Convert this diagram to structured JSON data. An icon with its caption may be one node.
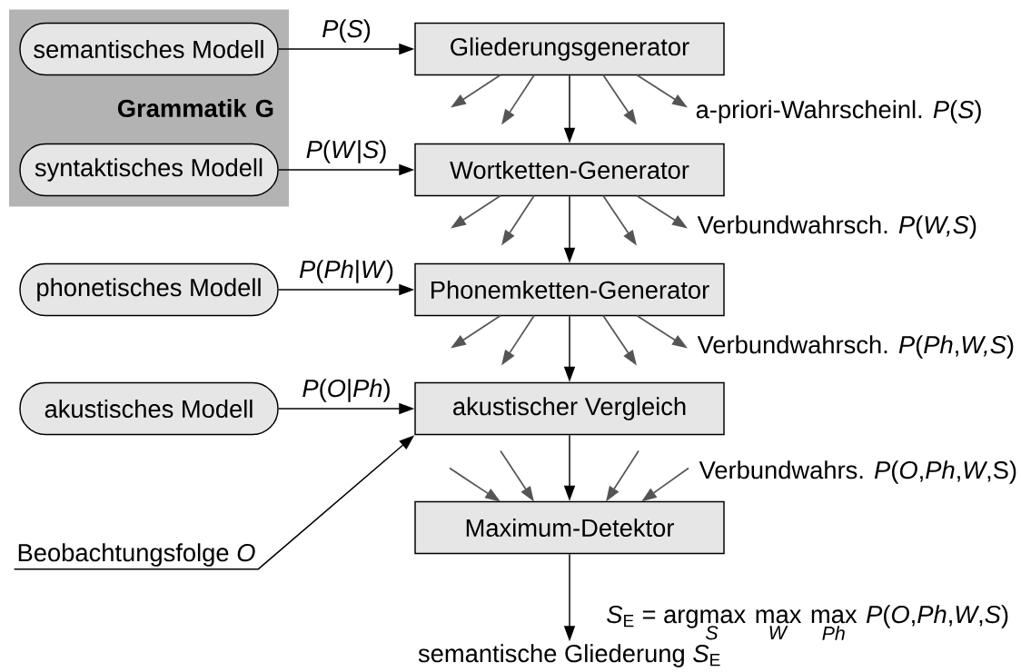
{
  "diagram": {
    "nodes": [
      {
        "text": [
          "Grammatik G"
        ]
      },
      {
        "text": [
          "semantisches Modell"
        ],
        "in": 0
      },
      {
        "text": [
          "syntaktisches Modell"
        ],
        "in": 0
      },
      {
        "text": [
          "Gliederungsgenerator"
        ]
      },
      {
        "text": [
          "Wortketten-Generator"
        ]
      },
      {
        "text": [
          "phonetisches Modell"
        ]
      },
      {
        "text": [
          "Phonemketten-Generator"
        ]
      },
      {
        "text": [
          "akustisches Modell"
        ]
      },
      {
        "text": [
          "akustischer Vergleich"
        ]
      },
      {
        "text": [
          "Beobachtungsfolge *O*"
        ]
      },
      {
        "text": [
          "Maximum-Detektor"
        ]
      },
      {
        "text": [
          "semantische Gliederung *S*$_{E}$"
        ]
      }
    ],
    "edges": [
      {
        "from": 1,
        "to": 3,
        "arrow": "to",
        "label": "*P*(*S*)"
      },
      {
        "from": 3,
        "to": 4,
        "arrow": "to"
      },
      {
        "from": 2,
        "to": 4,
        "arrow": "to",
        "label": "*P*(*W*|*S*)"
      },
      {
        "from": 4,
        "to": 6,
        "arrow": "to"
      },
      {
        "from": 5,
        "to": 6,
        "arrow": "to",
        "label": "*P*(*Ph*|*W*)"
      },
      {
        "from": 6,
        "to": 8,
        "arrow": "to"
      },
      {
        "from": 7,
        "to": 8,
        "arrow": "to",
        "label": "*P*(*O*|*Ph*)"
      },
      {
        "from": 9,
        "to": 8,
        "arrow": "to"
      },
      {
        "from": 8,
        "to": 10,
        "arrow": "to"
      },
      {
        "from": 10,
        "to": 11,
        "arrow": "to"
      },
      {
        "from": 3,
        "to": null,
        "arrow": "to",
        "color": "#555555"
      },
      {
        "from": 3,
        "to": null,
        "arrow": "to",
        "color": "#555555"
      },
      {
        "from": 3,
        "to": null,
        "arrow": "to",
        "color": "#555555"
      },
      {
        "from": 3,
        "to": null,
        "arrow": "to",
        "color": "#555555"
      },
      {
        "from": 4,
        "to": null,
        "arrow": "to",
        "color": "#555555"
      },
      {
        "from": 4,
        "to": null,
        "arrow": "to",
        "color": "#555555"
      },
      {
        "from": 4,
        "to": null,
        "arrow": "to",
        "color": "#555555"
      },
      {
        "from": 4,
        "to": null,
        "arrow": "to",
        "color": "#555555"
      },
      {
        "from": 6,
        "to": null,
        "arrow": "to",
        "color": "#555555"
      },
      {
        "from": 6,
        "to": null,
        "arrow": "to",
        "color": "#555555"
      },
      {
        "from": 6,
        "to": null,
        "arrow": "to",
        "color": "#555555"
      },
      {
        "from": 6,
        "to": null,
        "arrow": "to",
        "color": "#555555"
      },
      {
        "from": null,
        "to": 10,
        "arrow": "to",
        "color": "#555555"
      },
      {
        "from": null,
        "to": 10,
        "arrow": "to",
        "color": "#555555"
      },
      {
        "from": null,
        "to": 10,
        "arrow": "to",
        "color": "#555555"
      },
      {
        "from": null,
        "to": 10,
        "arrow": "to",
        "color": "#555555"
      }
    ],
    "labels": [
      "a-priori-Wahrscheinl. *P*(*S*)",
      "Verbundwahrsch. *P*(*W,S*)",
      "Verbundwahrsch. *P*(*Ph*,*W,S*)",
      "Verbundwahrs. *P*(*O*,*Ph*,*W*,S)",
      "*S*$_{E}$ = argmax",
      "max",
      "max",
      "*P*(*O*,*Ph*,*W*,*S*)",
      "*S*",
      "*W*",
      "*Ph*"
    ]
  }
}
